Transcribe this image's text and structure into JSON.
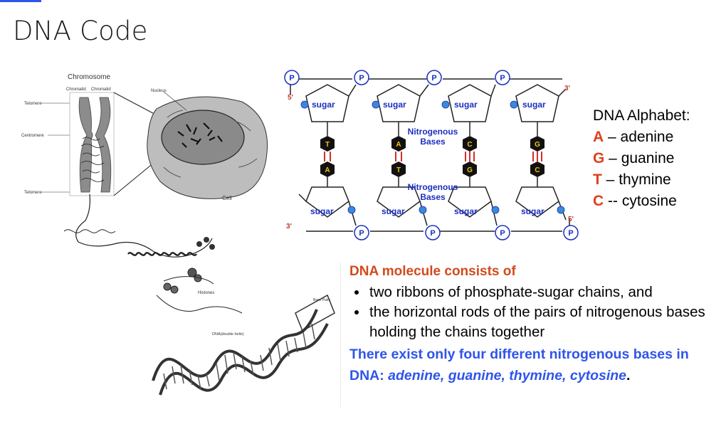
{
  "slide": {
    "title": "DNA Code",
    "accent_color": "#2f54eb"
  },
  "cell_diagram": {
    "labels": {
      "chromosome": "Chromosome",
      "chromatid_left": "Chromatid",
      "chromatid_right": "Chromatid",
      "telomere_top": "Telomere",
      "centromere": "Centromere",
      "telomere_bottom": "Telomere",
      "nucleus": "Nucleus",
      "cell": "Cell",
      "histones": "Histones",
      "base_pairs": "Base Pairs",
      "dna_double_helix": "DNA(double helix)"
    }
  },
  "dna_diagram": {
    "phosphate": "P",
    "sugar": "sugar",
    "nitrogenous_bases": "Nitrogenous Bases",
    "nitrogenous_line1": "Nitrogenous",
    "nitrogenous_line2": "Bases",
    "prime_5_top": "5'",
    "prime_3_top": "3'",
    "prime_3_bottom": "3'",
    "prime_5_bottom": "5'",
    "top_bases": [
      "T",
      "A",
      "C",
      "G"
    ],
    "bottom_bases": [
      "A",
      "T",
      "G",
      "C"
    ]
  },
  "alphabet": {
    "header": "DNA Alphabet:",
    "items": [
      {
        "letter": "A",
        "sep": " – ",
        "name": "adenine"
      },
      {
        "letter": "G",
        "sep": " – ",
        "name": "guanine"
      },
      {
        "letter": "T",
        "sep": " – ",
        "name": "thymine"
      },
      {
        "letter": "C",
        "sep": " -- ",
        "name": "cytosine"
      }
    ]
  },
  "molecule": {
    "heading": "DNA molecule consists of",
    "bullets": [
      "two ribbons of phosphate-sugar chains, and",
      "the horizontal rods of the pairs of nitrogenous bases holding the chains together"
    ],
    "four_bases_intro": "There exist only four different nitrogenous bases in DNA:",
    "four_bases_list": "adenine, guanine, thymine, cytosine",
    "period": "."
  },
  "colors": {
    "red_letter": "#e0401c",
    "heading_red": "#d24a1c",
    "blue_text": "#2f54eb",
    "diagram_blue": "#1b2fbf",
    "phosphate_dot": "#3a8ad6"
  }
}
